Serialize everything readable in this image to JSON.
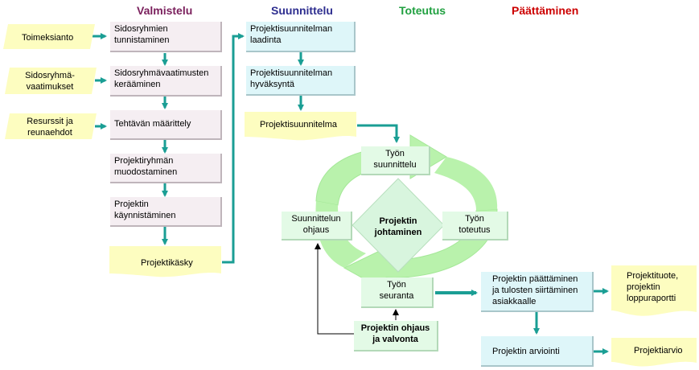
{
  "phases": {
    "valmistelu": "Valmistelu",
    "suunnittelu": "Suunnittelu",
    "toteutus": "Toteutus",
    "paattaminen": "Päättäminen"
  },
  "colors": {
    "valmistelu": "#7a1f5c",
    "suunnittelu": "#2d2d8f",
    "toteutus": "#20a040",
    "paattaminen": "#cc0000",
    "arrow": "#1a9e94",
    "cycle": "#b5f0a8"
  },
  "inputs": {
    "toimeksianto": "Toimeksianto",
    "sidosryhmavaatimukset": "Sidosryhmä-\nvaatimukset",
    "resurssit": "Resurssit ja\nreunaehdot"
  },
  "valmistelu_tasks": {
    "tunnistaminen": "Sidosryhmien\ntunnistaminen",
    "keraaminen": "Sidosryhmävaatimusten\nkerääminen",
    "maarittely": "Tehtävän määrittely",
    "muodostaminen": "Projektiryhmän\nmuodostaminen",
    "kaynnistaminen": "Projektin\nkäynnistäminen",
    "kasky": "Projektikäsky"
  },
  "suunnittelu_tasks": {
    "laadinta": "Projektisuunnitelman\nlaadinta",
    "hyvaksynta": "Projektisuunnitelman\nhyväksyntä",
    "suunnitelma": "Projektisuunnitelma"
  },
  "cycle": {
    "tyon_suunnittelu": "Työn\nsuunnittelu",
    "suunnittelun_ohjaus": "Suunnittelun\nohjaus",
    "johtaminen": "Projektin\njohtaminen",
    "tyon_toteutus": "Työn\ntoteutus",
    "tyon_seuranta": "Työn\nseuranta",
    "ohjaus_valvonta": "Projektin ohjaus\nja valvonta"
  },
  "paattaminen": {
    "siirtaminen": "Projektin päättäminen\nja tulosten siirtäminen\nasiakkaalle",
    "arviointi": "Projektin arviointi",
    "tuote": "Projektituote,\nprojektin\nloppuraportti",
    "arvio": "Projektiarvio"
  }
}
